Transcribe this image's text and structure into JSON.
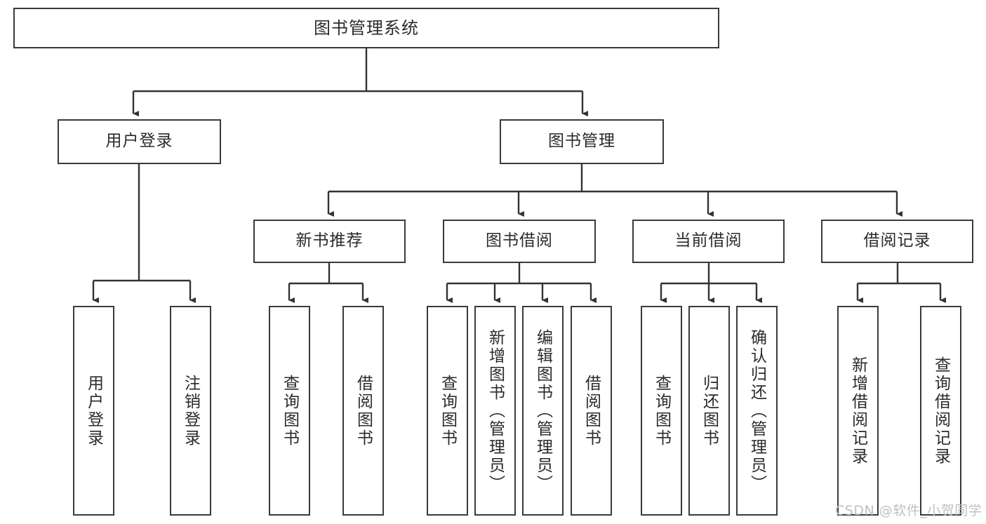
{
  "diagram": {
    "title": "图书管理系统",
    "type": "tree-hierarchy-diagram",
    "style": {
      "box_border": "#3a3a3a",
      "box_fill": "#ffffff",
      "line": "#333333",
      "text": "#2b2b2b",
      "background": "#ffffff"
    },
    "root": {
      "label": "图书管理系统"
    },
    "level2": [
      {
        "label": "用户登录"
      },
      {
        "label": "图书管理"
      }
    ],
    "level3": [
      {
        "label": "新书推荐"
      },
      {
        "label": "图书借阅"
      },
      {
        "label": "当前借阅"
      },
      {
        "label": "借阅记录"
      }
    ],
    "leaves": {
      "user_login": [
        {
          "label": "用户登录"
        },
        {
          "label": "注销登录"
        }
      ],
      "new_book_recommend": [
        {
          "label": "查询图书"
        },
        {
          "label": "借阅图书"
        }
      ],
      "book_borrow": [
        {
          "label": "查询图书"
        },
        {
          "label": "新增图书（管理员）"
        },
        {
          "label": "编辑图书（管理员）"
        },
        {
          "label": "借阅图书"
        }
      ],
      "current_borrow": [
        {
          "label": "查询图书"
        },
        {
          "label": "归还图书"
        },
        {
          "label": "确认归还（管理员）"
        }
      ],
      "borrow_record": [
        {
          "label": "新增借阅记录"
        },
        {
          "label": "查询借阅记录"
        }
      ]
    }
  },
  "watermark": {
    "text": "CSDN @软件_小贺同学"
  }
}
